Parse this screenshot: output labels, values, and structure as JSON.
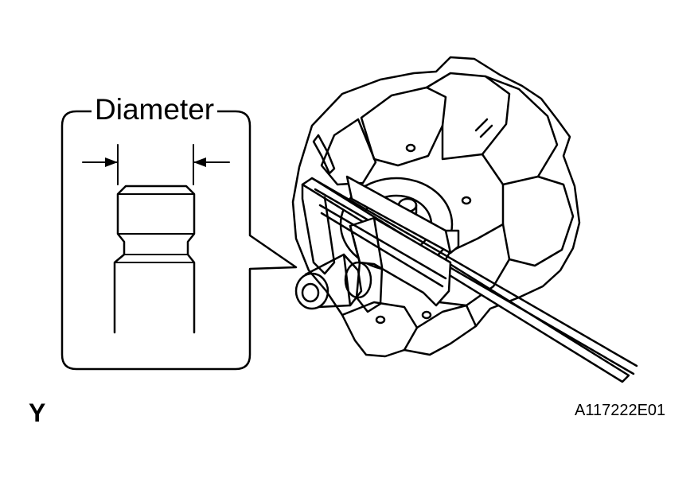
{
  "callout": {
    "label": "Diameter"
  },
  "view_letter": "Y",
  "figure_code": "A117222E01",
  "colors": {
    "line": "#000000",
    "background": "#ffffff"
  },
  "objects": {
    "rotor": "alternator-rotor-claw-poles",
    "tool": "vernier-caliper",
    "detail": "slip-ring-profile"
  }
}
